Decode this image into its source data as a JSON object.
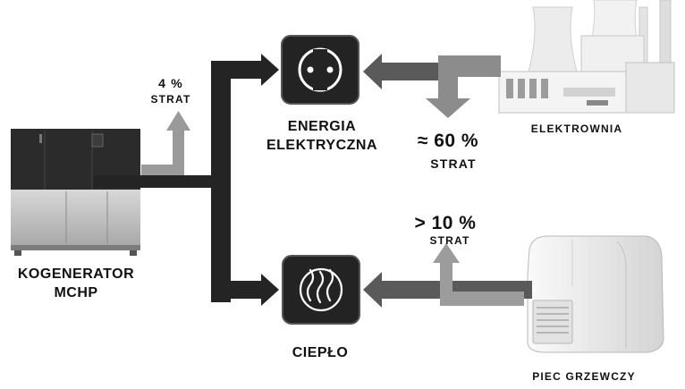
{
  "kogenerator": {
    "line1": "KOGENERATOR",
    "line2": "MCHP",
    "loss_percent": "4 %",
    "loss_label": "STRAT"
  },
  "energia": {
    "line1": "ENERGIA",
    "line2": "ELEKTRYCZNA",
    "icon": "power-socket-icon"
  },
  "cieplo": {
    "label": "CIEPŁO",
    "icon": "flame-icon"
  },
  "elektrownia": {
    "label": "ELEKTROWNIA",
    "loss_percent": "≈ 60 %",
    "loss_label": "STRAT"
  },
  "piec": {
    "label": "PIEC GRZEWCZY",
    "loss_percent": "> 10 %",
    "loss_label": "STRAT"
  },
  "colors": {
    "dark_arrow": "#242424",
    "light_arrow": "#9a9a9a",
    "mid_arrow": "#5a5a5a",
    "icon_box": "#232323"
  }
}
